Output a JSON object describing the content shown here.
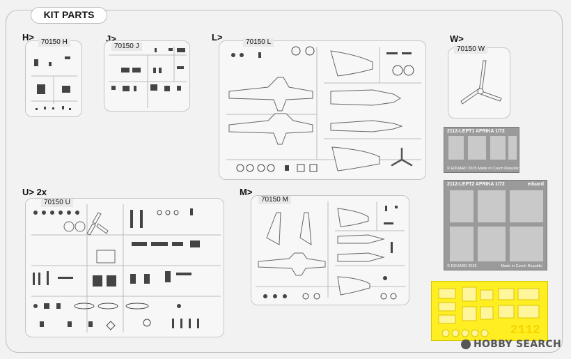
{
  "header": {
    "title": "KIT PARTS"
  },
  "sections": {
    "h": {
      "label": "H>",
      "code": "70150 H"
    },
    "j": {
      "label": "J>",
      "code": "70150 J"
    },
    "l": {
      "label": "L>",
      "code": "70150 L"
    },
    "w": {
      "label": "W>",
      "code": "70150 W"
    },
    "u": {
      "label": "U> 2x",
      "code": "70150 U"
    },
    "m": {
      "label": "M>",
      "code": "70150 M"
    }
  },
  "photo_etch": {
    "fret1": {
      "title": "2112-LEPT1 AFRIKA 1/72",
      "foot": "© EDUARD 2025 Made in Czech Republic"
    },
    "fret2": {
      "title": "2112-LEPT2 AFRIKA 1/72",
      "brand": "eduard",
      "foot": "© EDUARD 2025",
      "foot2": "Made in Czech Republic"
    }
  },
  "mask": {
    "number": "2112"
  },
  "watermark": {
    "text": "HOBBY SEARCH"
  }
}
